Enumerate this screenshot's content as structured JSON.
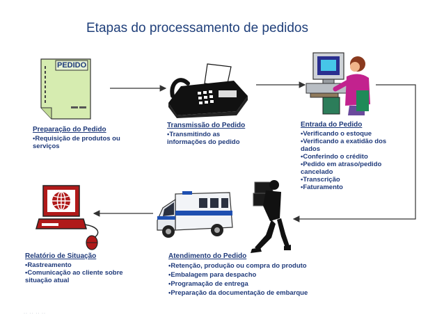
{
  "title": "Etapas do processamento de pedidos",
  "order_document_text": "PEDIDO",
  "stages": [
    {
      "id": "preparacao",
      "title": "Preparação do Pedido",
      "items": [
        "Requisição de produtos ou serviços"
      ]
    },
    {
      "id": "transmissao",
      "title": "Transmissão do Pedido",
      "items": [
        "Transmitindo as informações do pedido"
      ]
    },
    {
      "id": "entrada",
      "title": "Entrada do Pedido",
      "items": [
        "Verificando o estoque",
        "Verificando a exatidão dos dados",
        "Conferindo o crédito",
        "Pedido em atraso/pedido cancelado",
        "Transcrição",
        "Faturamento"
      ]
    },
    {
      "id": "atendimento",
      "title": "Atendimento do Pedido",
      "items": [
        "Retenção, produção ou compra do produto",
        "Embalagem para despacho",
        "Programação de entrega",
        "Preparação da documentação de embarque"
      ]
    },
    {
      "id": "relatorio",
      "title": "Relatório de Situação",
      "items": [
        "Rastreamento",
        "Comunicação ao cliente sobre situação atual"
      ]
    }
  ],
  "footer_text": "·· ·· ·· ··",
  "colors": {
    "text": "#1f3a7a",
    "title": "#1f3f7a",
    "document": "#d6ecb0",
    "monitor": "#b01a1a",
    "arrow": "#333333"
  },
  "icons": [
    "order-document-icon",
    "fax-machine-icon",
    "computer-operator-icon",
    "ambulance-van-icon",
    "delivery-person-icon",
    "globe-computer-icon"
  ]
}
